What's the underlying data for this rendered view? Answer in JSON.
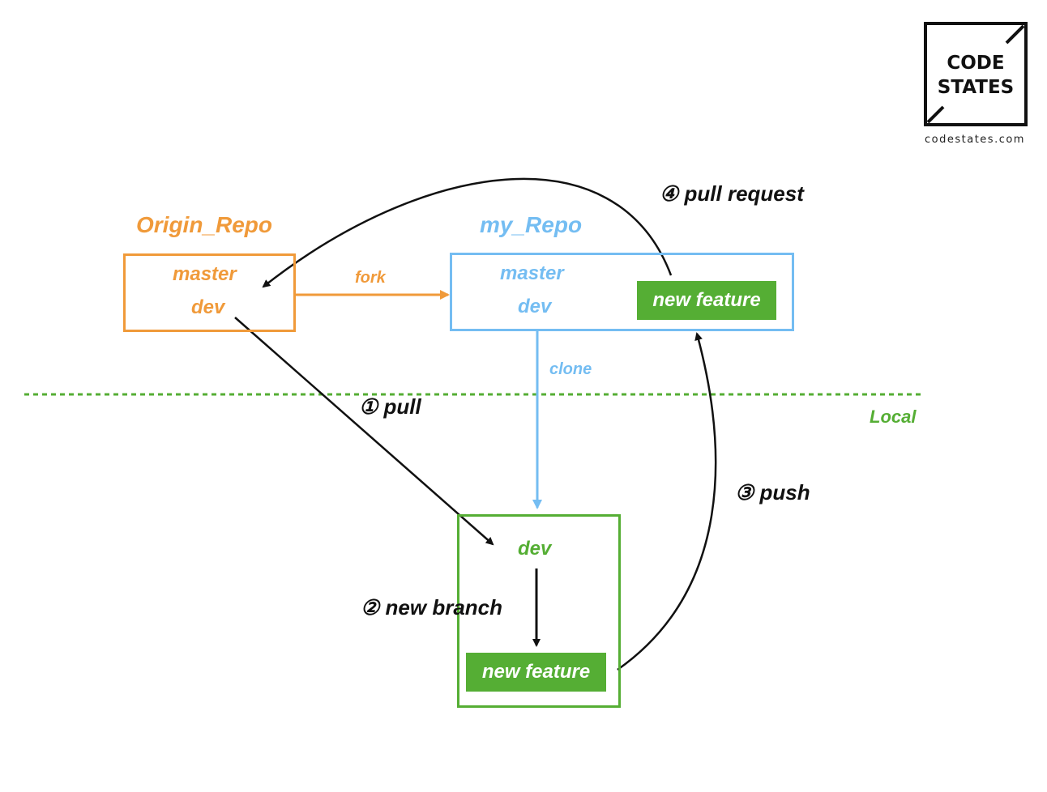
{
  "logo": {
    "line1": "CODE",
    "line2": "STATES",
    "url": "codestates.com"
  },
  "colors": {
    "origin": "#F09A3A",
    "my_repo": "#74BDF2",
    "local": "#55AE34",
    "arrow": "#111111"
  },
  "origin_repo": {
    "title": "Origin_Repo",
    "branches": [
      "master",
      "dev"
    ]
  },
  "my_repo": {
    "title": "my_Repo",
    "branches": [
      "master",
      "dev"
    ],
    "feature_branch": "new feature"
  },
  "local_repo": {
    "region_label": "Local",
    "branch": "dev",
    "feature_branch": "new feature"
  },
  "edges": {
    "fork": "fork",
    "clone": "clone",
    "pull": "① pull",
    "new_branch": "② new branch",
    "push": "③ push",
    "pull_request": "④ pull request"
  }
}
